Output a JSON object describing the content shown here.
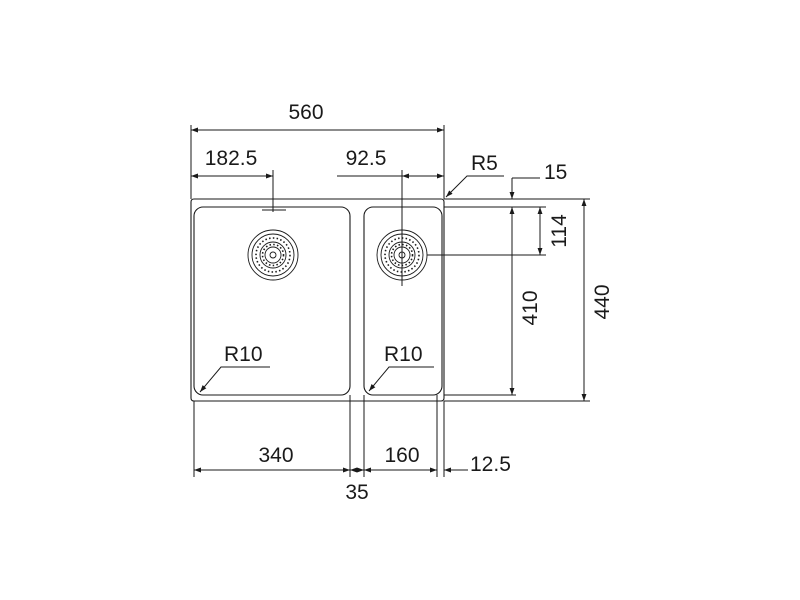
{
  "dimensions": {
    "overall_width": "560",
    "left_drain_offset": "182.5",
    "right_drain_offset": "92.5",
    "outer_radius": "R5",
    "top_margin": "15",
    "drain_from_top": "114",
    "inner_depth": "410",
    "overall_depth": "440",
    "left_bowl_radius": "R10",
    "right_bowl_radius": "R10",
    "left_bowl_width": "340",
    "right_bowl_width": "160",
    "divider_width": "35",
    "right_margin": "12.5"
  },
  "colors": {
    "line": "#1a1a1a",
    "background": "#ffffff"
  }
}
